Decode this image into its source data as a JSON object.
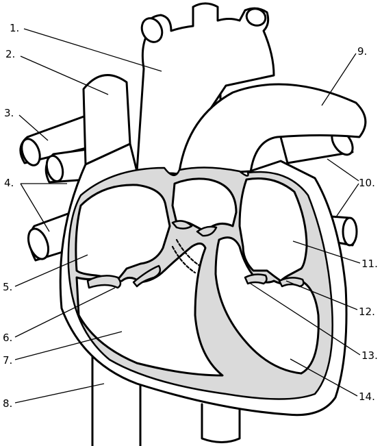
{
  "diagram": {
    "labels": [
      {
        "id": "label-1",
        "text": "1."
      },
      {
        "id": "label-2",
        "text": "2."
      },
      {
        "id": "label-3",
        "text": "3."
      },
      {
        "id": "label-4",
        "text": "4."
      },
      {
        "id": "label-5",
        "text": "5."
      },
      {
        "id": "label-6",
        "text": "6."
      },
      {
        "id": "label-7",
        "text": "7."
      },
      {
        "id": "label-8",
        "text": "8."
      },
      {
        "id": "label-9",
        "text": "9."
      },
      {
        "id": "label-10",
        "text": "10."
      },
      {
        "id": "label-11",
        "text": "11."
      },
      {
        "id": "label-12",
        "text": "12."
      },
      {
        "id": "label-13",
        "text": "13."
      },
      {
        "id": "label-14",
        "text": "14."
      }
    ],
    "colors": {
      "outline": "#000000",
      "wall_fill": "#dadada",
      "chamber_fill": "#ffffff",
      "background": "#ffffff"
    }
  }
}
